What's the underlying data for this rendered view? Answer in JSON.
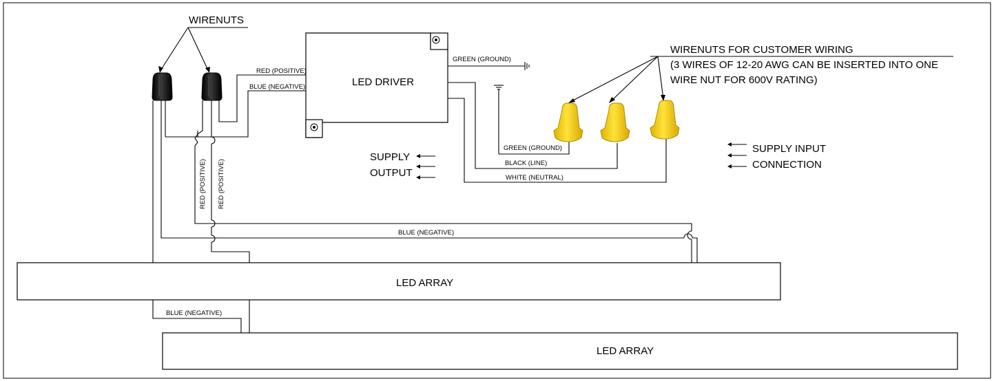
{
  "labels": {
    "wirenuts": "WIRENUTS",
    "led_driver": "LED DRIVER",
    "customer_line1": "WIRENUTS  FOR CUSTOMER WIRING",
    "customer_line2": "(3 WIRES OF 12-20 AWG CAN BE INSERTED INTO ONE",
    "customer_line3": "WIRE NUT FOR 600V RATING)",
    "supply": "SUPPLY",
    "output": "OUTPUT",
    "supply_input": "SUPPLY INPUT",
    "connection": "CONNECTION",
    "led_array_top": "LED ARRAY",
    "led_array_bottom": "LED ARRAY"
  },
  "wires": {
    "red_positive_driver": "RED (POSITIVE)",
    "blue_negative_driver": "BLUE (NEGATIVE)",
    "green_ground_driver": "GREEN (GROUND)",
    "green_ground_input": "GREEN (GROUND)",
    "black_line": "BLACK (LINE)",
    "white_neutral": "WHITE (NEUTRAL)",
    "red_positive_vert_1": "RED (POSITIVE)",
    "red_positive_vert_2": "RED (POSITIVE)",
    "blue_negative_mid": "BLUE (NEGATIVE)",
    "blue_negative_low": "BLUE (NEGATIVE)"
  },
  "colors": {
    "wire_nut_black": "#0d0d0d",
    "wire_nut_yellow": "#f5d000",
    "line": "#000000"
  }
}
